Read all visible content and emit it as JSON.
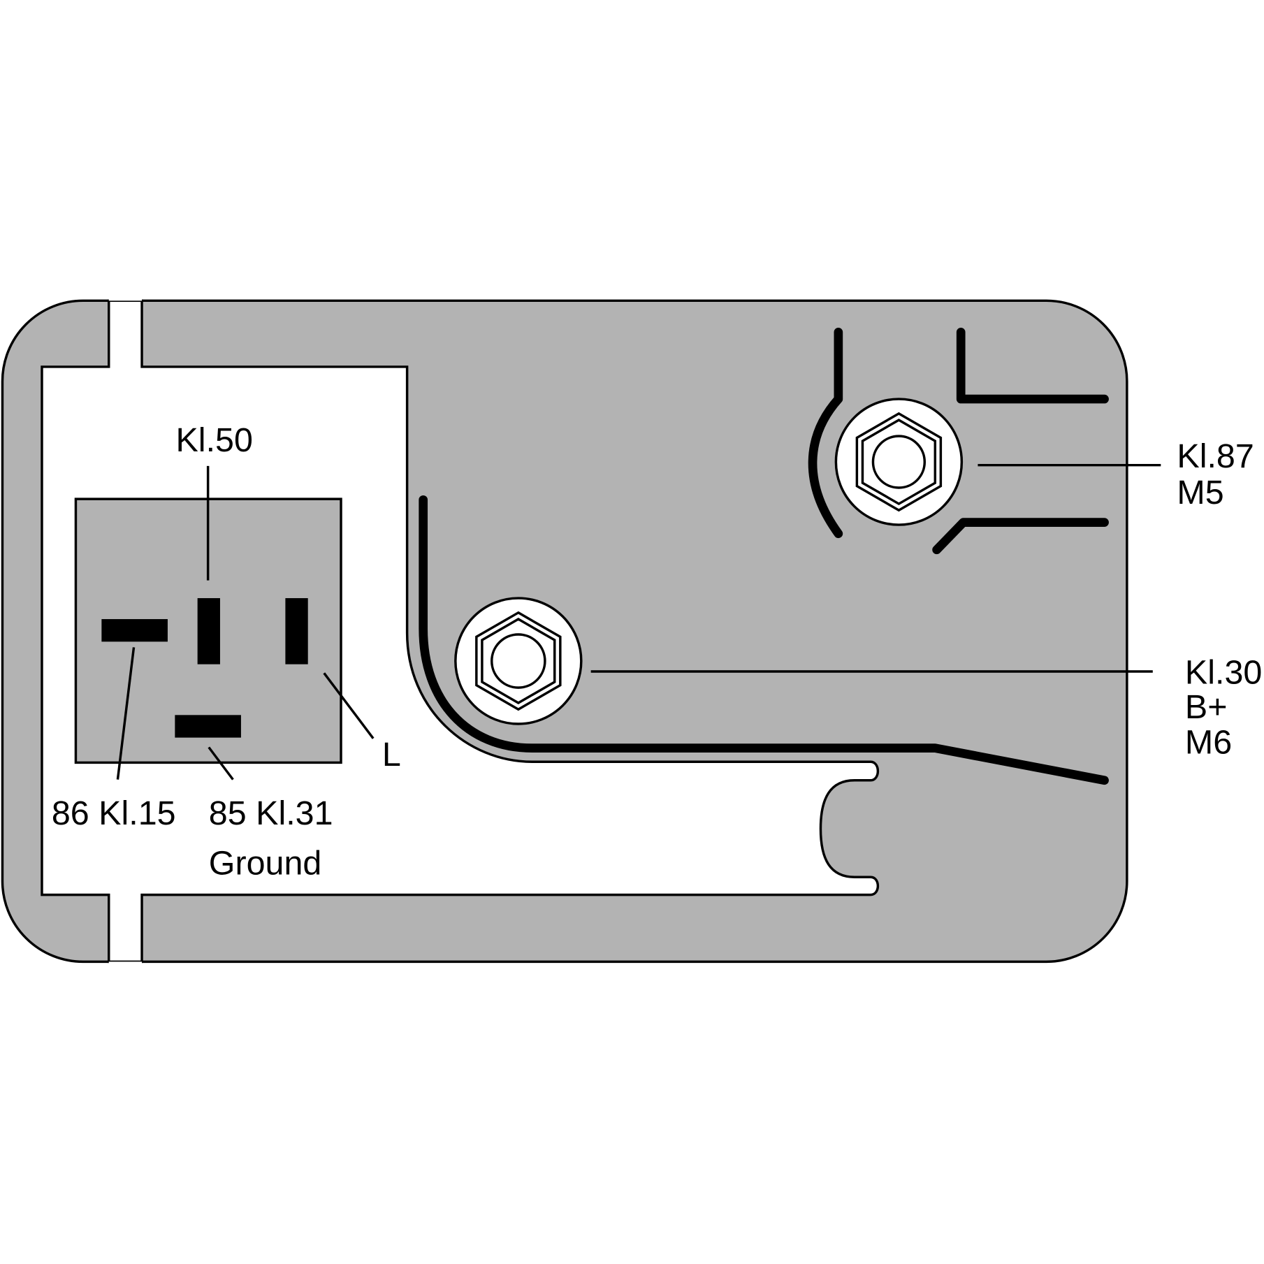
{
  "colors": {
    "housing": "#b3b3b3",
    "outline": "#000000",
    "background": "#ffffff"
  },
  "connector": {
    "labels": {
      "kl50": "Kl.50",
      "kl15": "86 Kl.15",
      "kl31": "85 Kl.31",
      "ground": "Ground",
      "l": "L"
    }
  },
  "terminals": {
    "kl87": {
      "line1": "Kl.87",
      "line2": "M5"
    },
    "kl30": {
      "line1": "Kl.30",
      "line2": "B+",
      "line3": "M6"
    }
  }
}
